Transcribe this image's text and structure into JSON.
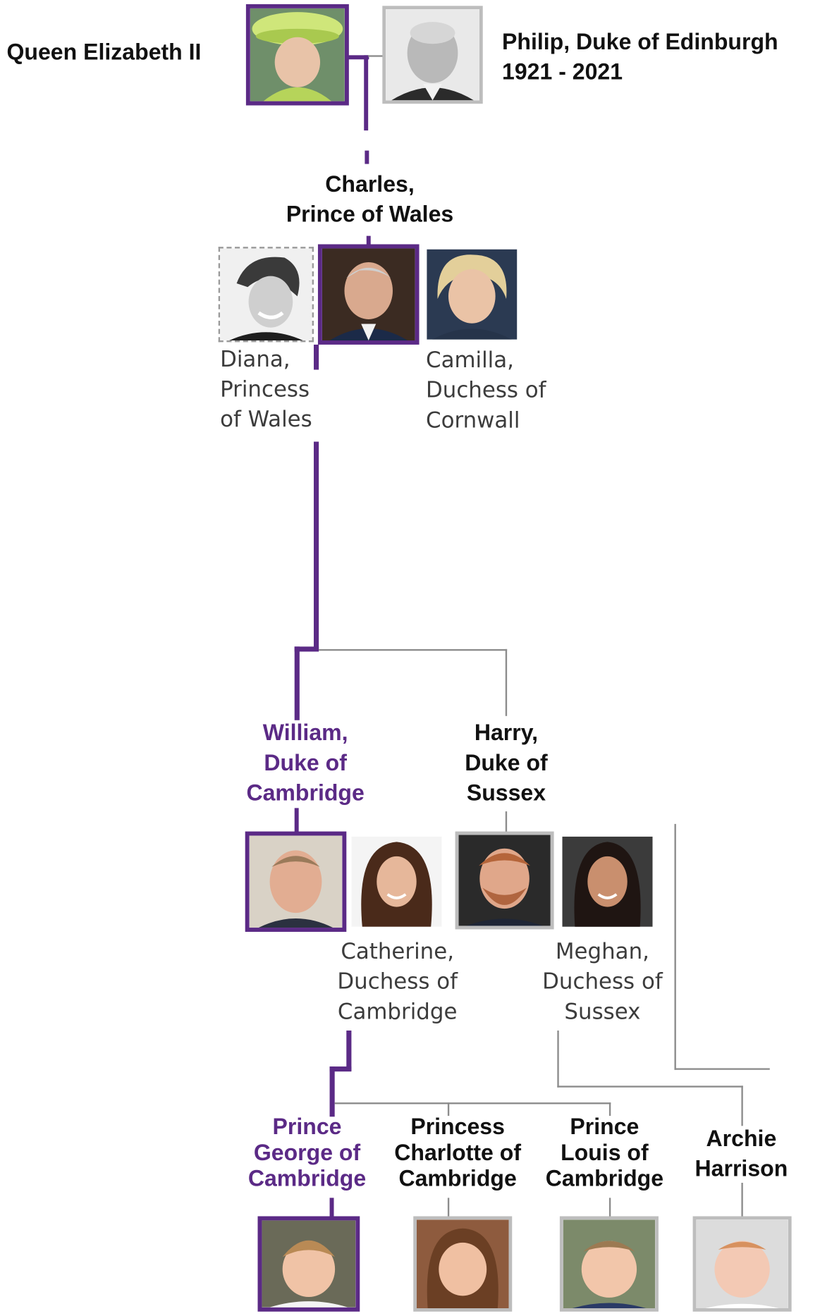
{
  "people": {
    "queen": {
      "name": [
        "Queen Elizabeth II"
      ],
      "photo_icon": "portrait-queen-elizabeth-icon"
    },
    "philip": {
      "name": [
        "Philip, Duke of Edinburgh",
        "1921 - 2021"
      ],
      "photo_icon": "portrait-philip-icon"
    },
    "charles": {
      "name": [
        "Charles,",
        "Prince of Wales"
      ],
      "photo_icon": "portrait-charles-icon"
    },
    "diana": {
      "name": [
        "Diana,",
        "Princess",
        "of Wales"
      ],
      "photo_icon": "portrait-diana-icon"
    },
    "camilla": {
      "name": [
        "Camilla,",
        "Duchess of",
        "Cornwall"
      ],
      "photo_icon": "portrait-camilla-icon"
    },
    "william": {
      "name": [
        "William,",
        "Duke of",
        "Cambridge"
      ],
      "photo_icon": "portrait-william-icon"
    },
    "catherine": {
      "name": [
        "Catherine,",
        "Duchess of",
        "Cambridge"
      ],
      "photo_icon": "portrait-catherine-icon"
    },
    "harry": {
      "name": [
        "Harry,",
        "Duke of",
        "Sussex"
      ],
      "photo_icon": "portrait-harry-icon"
    },
    "meghan": {
      "name": [
        "Meghan,",
        "Duchess of",
        "Sussex"
      ],
      "photo_icon": "portrait-meghan-icon"
    },
    "george": {
      "name": [
        "Prince",
        "George of",
        "Cambridge"
      ],
      "photo_icon": "portrait-george-icon"
    },
    "charlotte": {
      "name": [
        "Princess",
        "Charlotte of",
        "Cambridge"
      ],
      "photo_icon": "portrait-charlotte-icon"
    },
    "louis": {
      "name": [
        "Prince",
        "Louis of",
        "Cambridge"
      ],
      "photo_icon": "portrait-louis-icon"
    },
    "archie": {
      "name": [
        "Archie",
        "Harrison"
      ],
      "photo_icon": "portrait-archie-icon"
    }
  },
  "colors": {
    "line_of_succession": "#5b2a86",
    "other_lines": "#8c8c8c",
    "grey_frame": "#bdbdbd",
    "text": "#111111"
  }
}
